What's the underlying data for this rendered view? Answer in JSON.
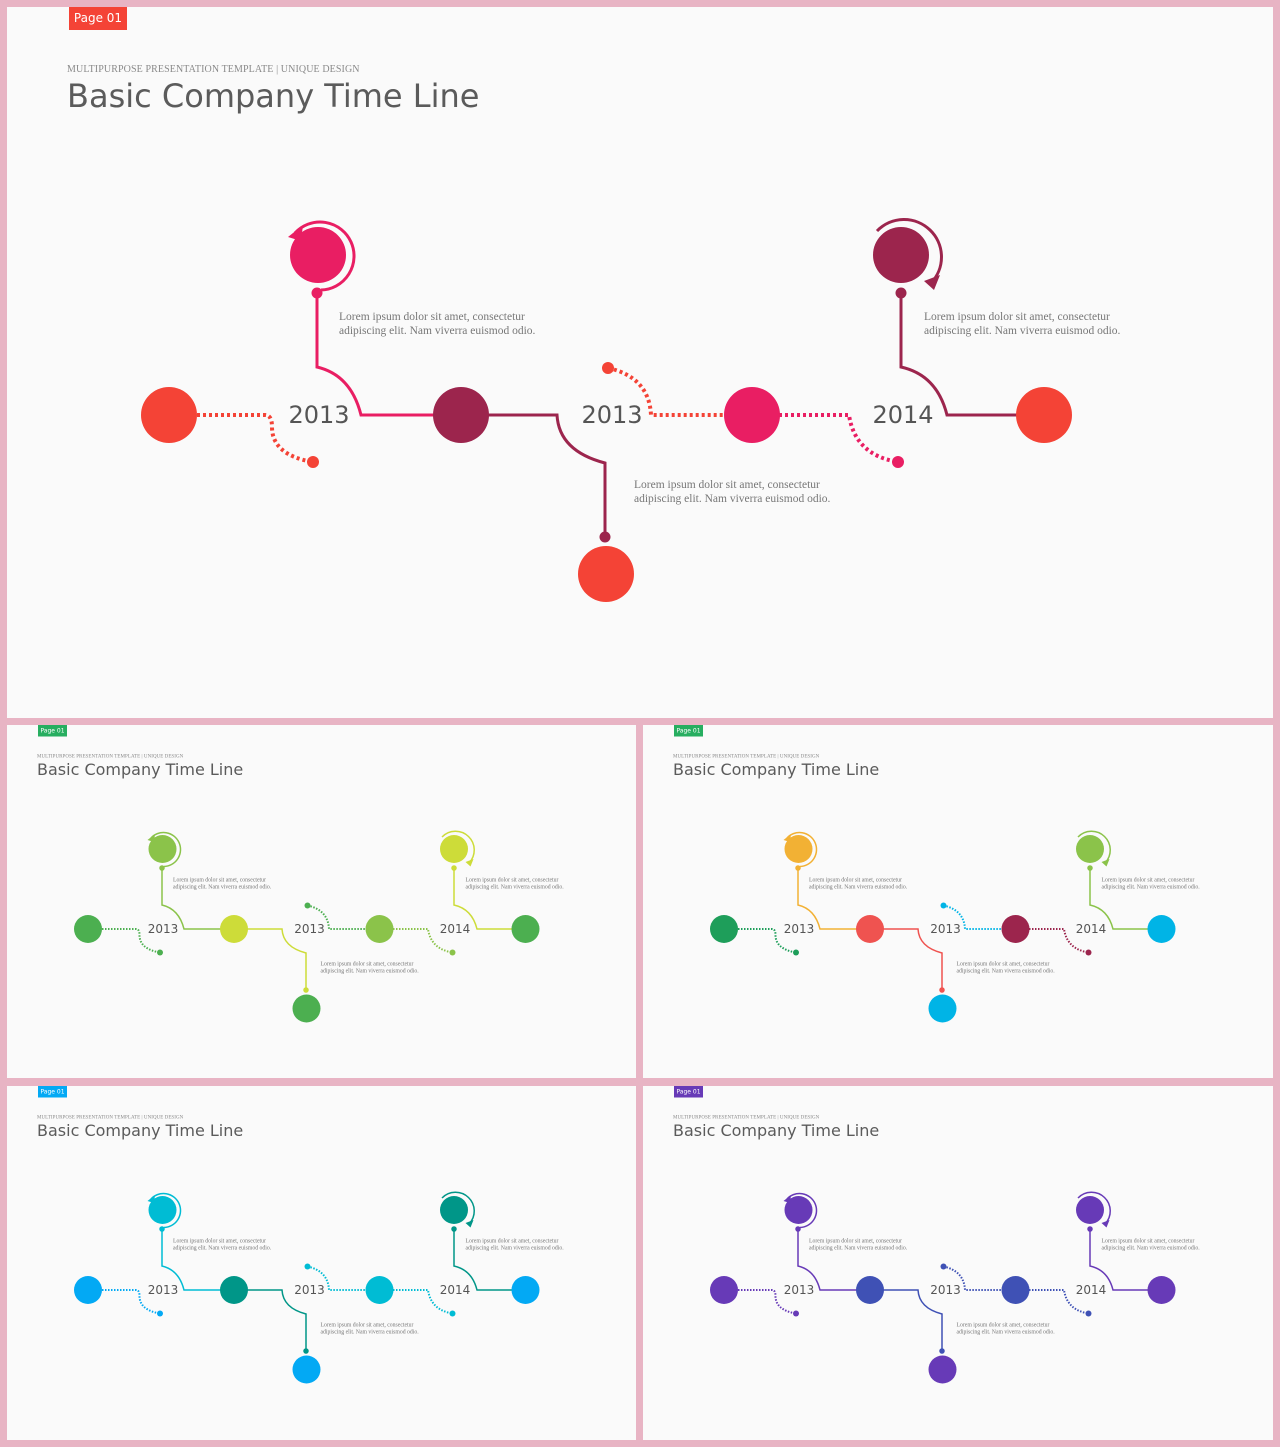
{
  "slide": {
    "badge": "Page 01",
    "kicker": "MULTIPURPOSE PRESENTATION TEMPLATE | UNIQUE DESIGN",
    "title": "Basic Company Time Line"
  },
  "timeline": {
    "years": [
      "2013",
      "2013",
      "2014"
    ],
    "descriptions": [
      [
        "Lorem ipsum dolor sit amet, consectetur",
        "adipiscing elit. Nam viverra euismod odio."
      ],
      [
        "Lorem ipsum dolor sit amet, consectetur",
        "adipiscing elit. Nam viverra euismod odio."
      ],
      [
        "Lorem ipsum dolor sit amet, consectetur",
        "adipiscing elit. Nam viverra euismod odio."
      ]
    ]
  },
  "themes": [
    {
      "id": "main",
      "badge_color": "#f44336",
      "c": {
        "startCircle": "#f44336",
        "topLeft": "#e91e63",
        "node2": "#9c254d",
        "bottomNode": "#f44336",
        "node3": "#e91e63",
        "topRight": "#9c254d",
        "endCircle": "#f44336",
        "dot1": "#f44336",
        "line1": "#e91e63",
        "line2": "#9c254d",
        "dot2": "#f44336",
        "dot3": "#e91e63",
        "line3": "#9c254d"
      }
    },
    {
      "id": "green",
      "badge_color": "#27ae60",
      "c": {
        "startCircle": "#4caf50",
        "topLeft": "#8bc34a",
        "node2": "#cddc39",
        "bottomNode": "#4caf50",
        "node3": "#8bc34a",
        "topRight": "#cddc39",
        "endCircle": "#4caf50",
        "dot1": "#4caf50",
        "line1": "#8bc34a",
        "line2": "#cddc39",
        "dot2": "#4caf50",
        "dot3": "#8bc34a",
        "line3": "#cddc39"
      }
    },
    {
      "id": "mixed",
      "badge_color": "#27ae60",
      "c": {
        "startCircle": "#1e9e5a",
        "topLeft": "#f2b134",
        "node2": "#ef5350",
        "bottomNode": "#00b4e6",
        "node3": "#9c254d",
        "topRight": "#8bc34a",
        "endCircle": "#00b4e6",
        "dot1": "#1e9e5a",
        "line1": "#f2b134",
        "line2": "#ef5350",
        "dot2": "#00b4e6",
        "dot3": "#9c254d",
        "line3": "#8bc34a"
      }
    },
    {
      "id": "cyan",
      "badge_color": "#03a9f4",
      "c": {
        "startCircle": "#03a9f4",
        "topLeft": "#00bcd4",
        "node2": "#009688",
        "bottomNode": "#03a9f4",
        "node3": "#00bcd4",
        "topRight": "#009688",
        "endCircle": "#03a9f4",
        "dot1": "#03a9f4",
        "line1": "#00bcd4",
        "line2": "#009688",
        "dot2": "#00bcd4",
        "dot3": "#00bcd4",
        "line3": "#009688"
      }
    },
    {
      "id": "purple",
      "badge_color": "#673ab7",
      "c": {
        "startCircle": "#673ab7",
        "topLeft": "#673ab7",
        "node2": "#3f51b5",
        "bottomNode": "#673ab7",
        "node3": "#3f51b5",
        "topRight": "#673ab7",
        "endCircle": "#673ab7",
        "dot1": "#673ab7",
        "line1": "#673ab7",
        "line2": "#3f51b5",
        "dot2": "#3f51b5",
        "dot3": "#3f51b5",
        "line3": "#673ab7"
      }
    }
  ]
}
